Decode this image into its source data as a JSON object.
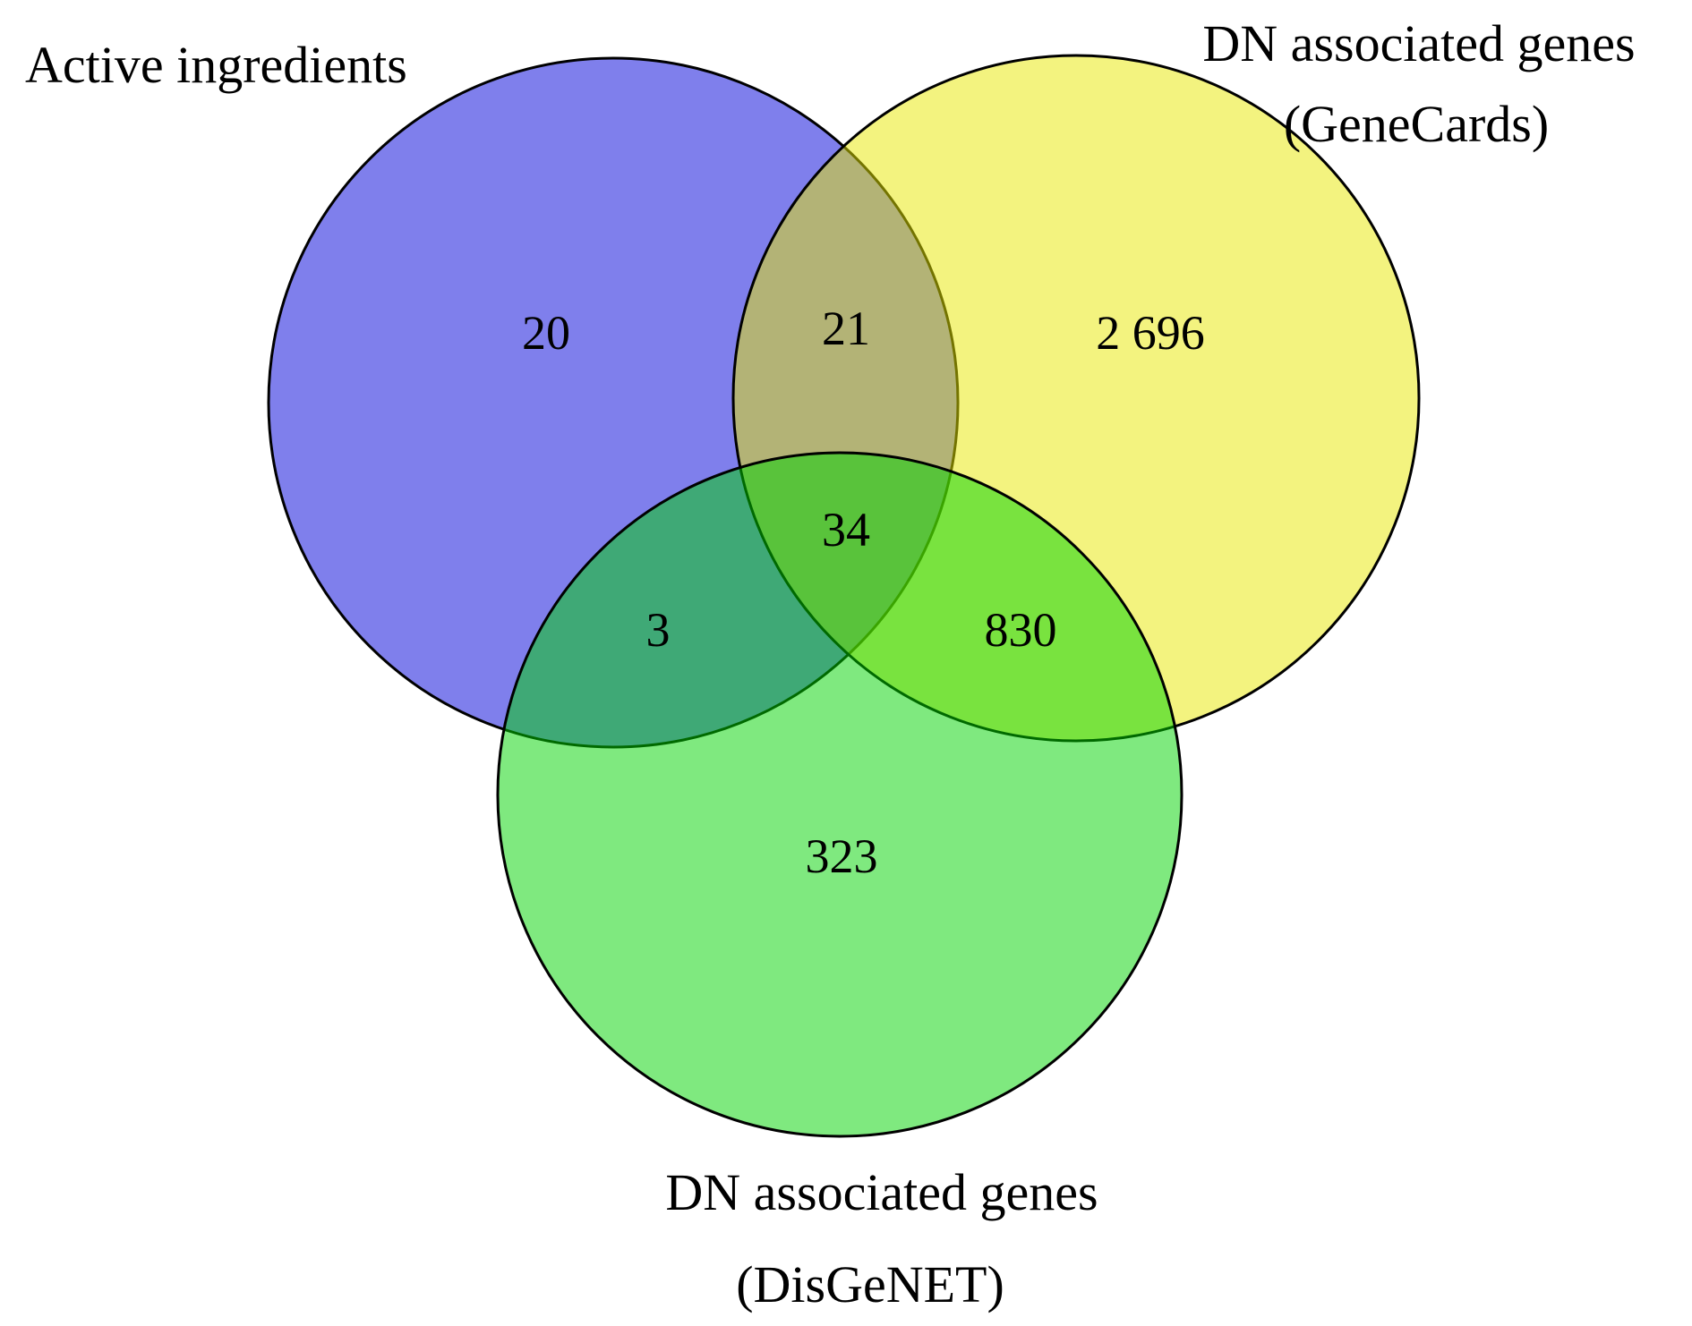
{
  "figure": {
    "set_a_label": "Active ingredients",
    "set_b_label_line1": "DN associated genes",
    "set_b_label_line2": "(GeneCards)",
    "set_c_label_line1": "DN associated genes",
    "set_c_label_line2": "(DisGeNET)"
  },
  "counts": {
    "a_only": "20",
    "a_b": "21",
    "b_only": "2 696",
    "a_b_c": "34",
    "a_c": "3",
    "b_c": "830",
    "c_only": "323"
  },
  "colors": {
    "set_a_fill": "#0000d9",
    "set_b_fill": "#e8e800",
    "set_c_fill": "#00d400",
    "outline": "#000000"
  },
  "chart_data": {
    "type": "venn",
    "title": "",
    "legend_position": "none",
    "sets": [
      {
        "id": "A",
        "name": "Active ingredients",
        "color": "#0000d9"
      },
      {
        "id": "B",
        "name": "DN associated genes (GeneCards)",
        "color": "#e8e800"
      },
      {
        "id": "C",
        "name": "DN associated genes (DisGeNET)",
        "color": "#00d400"
      }
    ],
    "regions": [
      {
        "sets": [
          "A"
        ],
        "value": 20
      },
      {
        "sets": [
          "A",
          "B"
        ],
        "value": 21
      },
      {
        "sets": [
          "B"
        ],
        "value": 2696
      },
      {
        "sets": [
          "A",
          "B",
          "C"
        ],
        "value": 34
      },
      {
        "sets": [
          "A",
          "C"
        ],
        "value": 3
      },
      {
        "sets": [
          "B",
          "C"
        ],
        "value": 830
      },
      {
        "sets": [
          "C"
        ],
        "value": 323
      }
    ]
  }
}
